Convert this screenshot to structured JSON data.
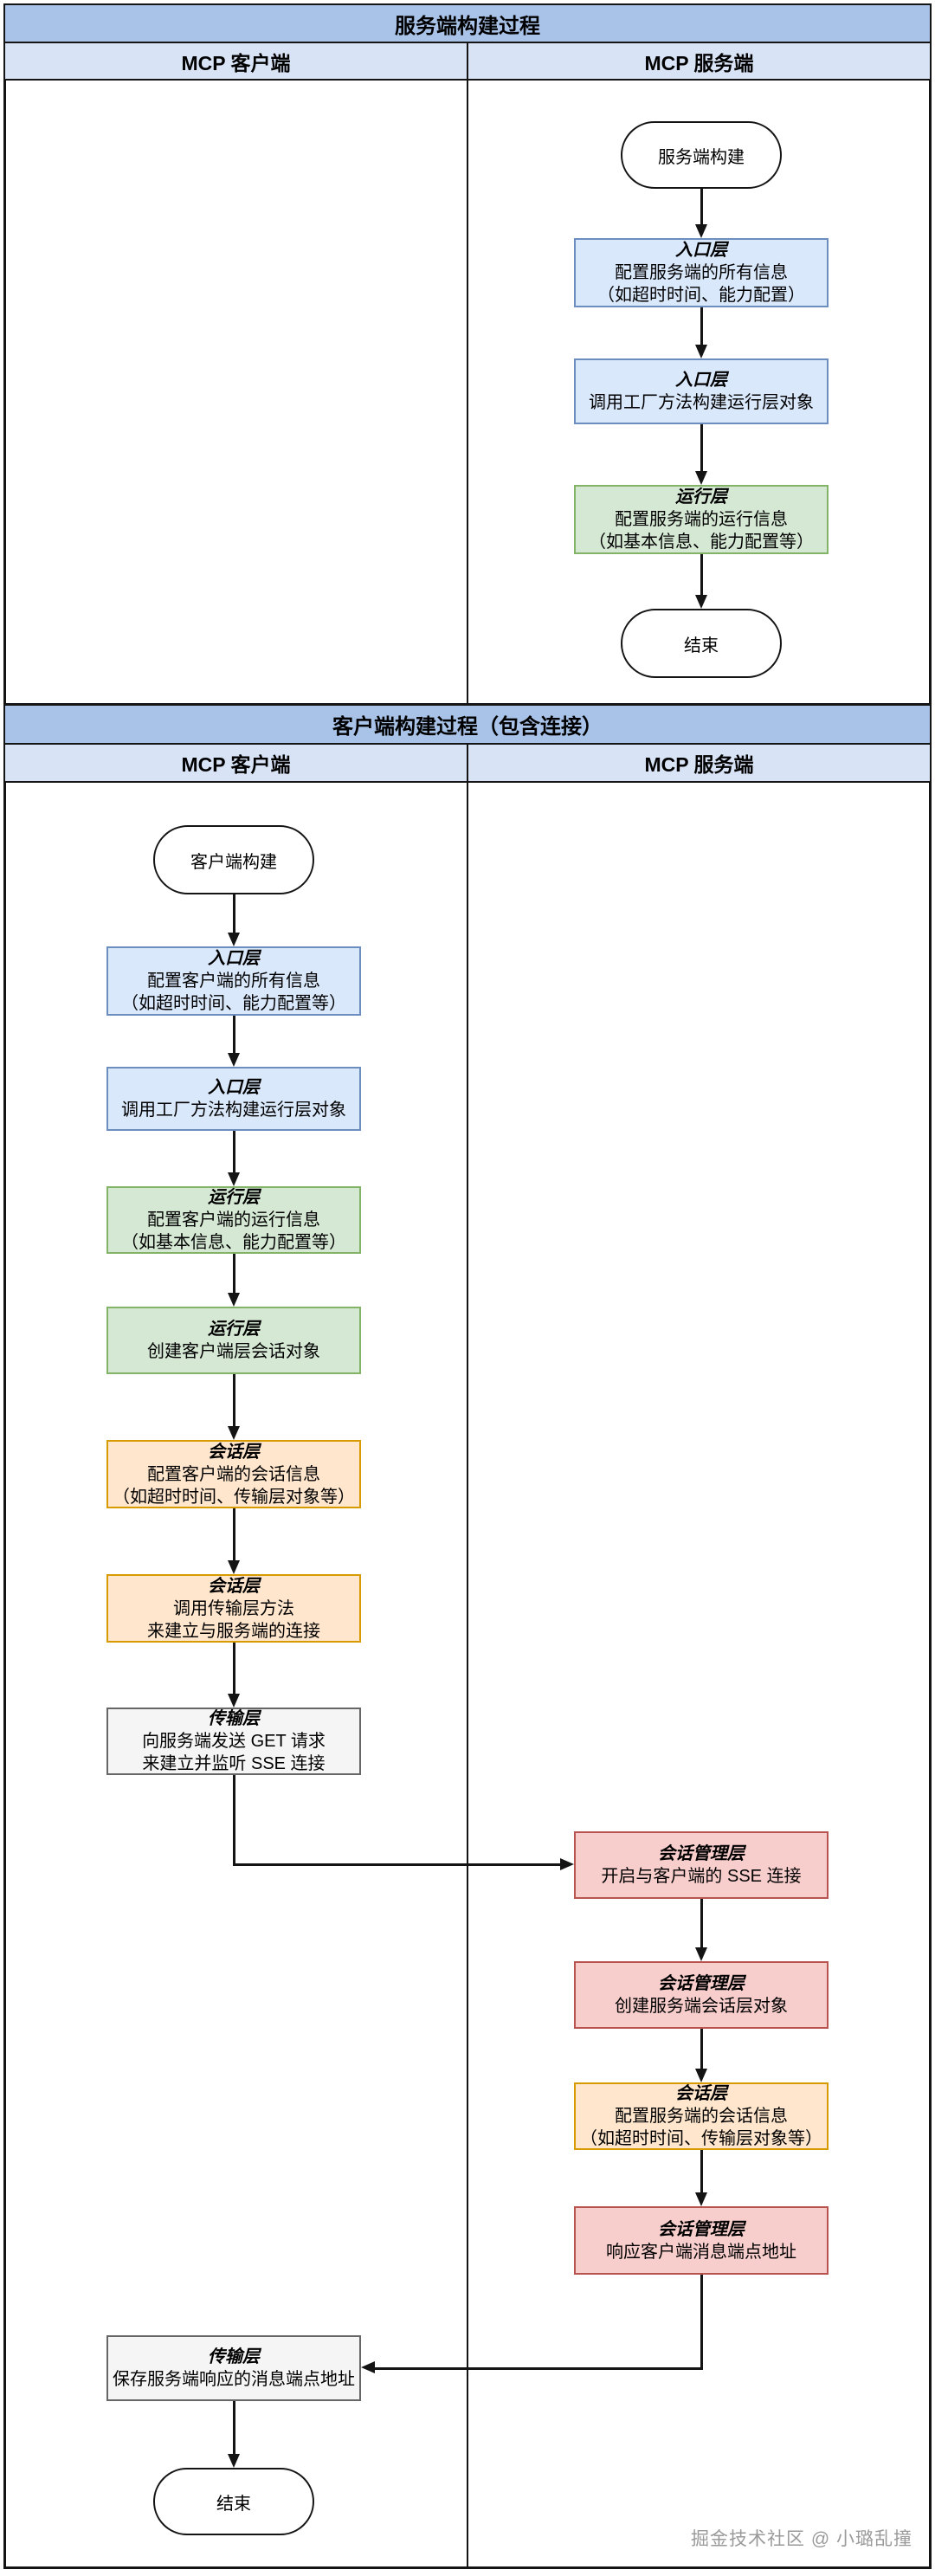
{
  "colors": {
    "lane_title_bg": "#a8c2e8",
    "lane_header_bg": "#d8e3f6",
    "blue_fill": "#dae8fc",
    "blue_stroke": "#6c8ebf",
    "green_fill": "#d5e8d4",
    "green_stroke": "#82b366",
    "orange_fill": "#ffe6cc",
    "orange_stroke": "#d79b00",
    "red_fill": "#f8cecc",
    "red_stroke": "#b85450",
    "gray_fill": "#f5f5f5",
    "gray_stroke": "#666666"
  },
  "lane1": {
    "title": "服务端构建过程",
    "columns": {
      "left": "MCP 客户端",
      "right": "MCP 服务端"
    },
    "start": "服务端构建",
    "end": "结束",
    "nodes": {
      "entry_config": {
        "title": "入口层",
        "l1": "配置服务端的所有信息",
        "l2": "（如超时时间、能力配置）"
      },
      "entry_factory": {
        "title": "入口层",
        "l1": "调用工厂方法构建运行层对象"
      },
      "runtime_config": {
        "title": "运行层",
        "l1": "配置服务端的运行信息",
        "l2": "（如基本信息、能力配置等）"
      }
    }
  },
  "lane2": {
    "title": "客户端构建过程（包含连接）",
    "columns": {
      "left": "MCP 客户端",
      "right": "MCP 服务端"
    },
    "start": "客户端构建",
    "end": "结束",
    "client_nodes": {
      "entry_config": {
        "title": "入口层",
        "l1": "配置客户端的所有信息",
        "l2": "（如超时时间、能力配置等）"
      },
      "entry_factory": {
        "title": "入口层",
        "l1": "调用工厂方法构建运行层对象"
      },
      "runtime_config": {
        "title": "运行层",
        "l1": "配置客户端的运行信息",
        "l2": "（如基本信息、能力配置等）"
      },
      "runtime_session": {
        "title": "运行层",
        "l1": "创建客户端层会话对象"
      },
      "session_config": {
        "title": "会话层",
        "l1": "配置客户端的会话信息",
        "l2": "（如超时时间、传输层对象等）"
      },
      "session_connect": {
        "title": "会话层",
        "l1": "调用传输层方法",
        "l2": "来建立与服务端的连接"
      },
      "transport_get": {
        "title": "传输层",
        "l1": "向服务端发送 GET 请求",
        "l2": "来建立并监听 SSE 连接"
      },
      "transport_save": {
        "title": "传输层",
        "l1": "保存服务端响应的消息端点地址"
      }
    },
    "server_nodes": {
      "sse_open": {
        "title": "会话管理层",
        "l1": "开启与客户端的 SSE 连接"
      },
      "create_session": {
        "title": "会话管理层",
        "l1": "创建服务端会话层对象"
      },
      "session_config": {
        "title": "会话层",
        "l1": "配置服务端的会话信息",
        "l2": "（如超时时间、传输层对象等）"
      },
      "respond_endpoint": {
        "title": "会话管理层",
        "l1": "响应客户端消息端点地址"
      }
    }
  },
  "watermark": "掘金技术社区 @ 小璐乱撞"
}
